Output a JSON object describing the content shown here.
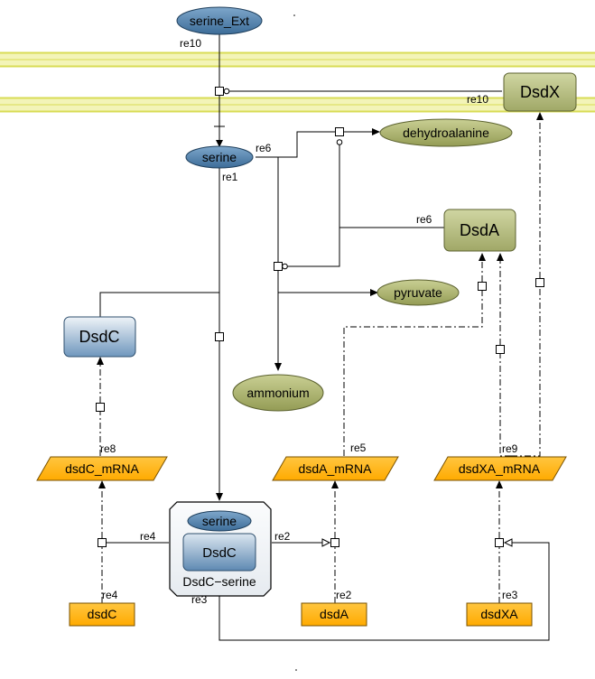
{
  "species": {
    "serine_ext": "serine_Ext",
    "serine": "serine",
    "dehydroalanine": "dehydroalanine",
    "pyruvate": "pyruvate",
    "ammonium": "ammonium",
    "dsdx_protein": "DsdX",
    "dsda_protein": "DsdA",
    "dsdc_protein": "DsdC",
    "dsdc_mrna": "dsdC_mRNA",
    "dsda_mrna": "dsdA_mRNA",
    "dsdxa_mrna": "dsdXA_mRNA",
    "dsdc_gene": "dsdC",
    "dsda_gene": "dsdA",
    "dsdxa_gene": "dsdXA"
  },
  "complex": {
    "name": "DsdC−serine",
    "inner_serine": "serine",
    "inner_dsdc": "DsdC"
  },
  "reactions": {
    "re10_a": "re10",
    "re10_b": "re10",
    "re6_a": "re6",
    "re6_b": "re6",
    "re1": "re1",
    "re8": "re8",
    "re5": "re5",
    "re9": "re9",
    "re4_a": "re4",
    "re4_b": "re4",
    "re2_a": "re2",
    "re2_b": "re2",
    "re3_a": "re3",
    "re3_b": "re3"
  },
  "colors": {
    "simple_molecule": "#4a7aa6",
    "ion_green": "#a8b06a",
    "protein_green": "#aab47a",
    "protein_blue": "#6f97bd",
    "mrna": "#ffb300",
    "gene": "#ffb300",
    "membrane": "#e8ea8a"
  }
}
